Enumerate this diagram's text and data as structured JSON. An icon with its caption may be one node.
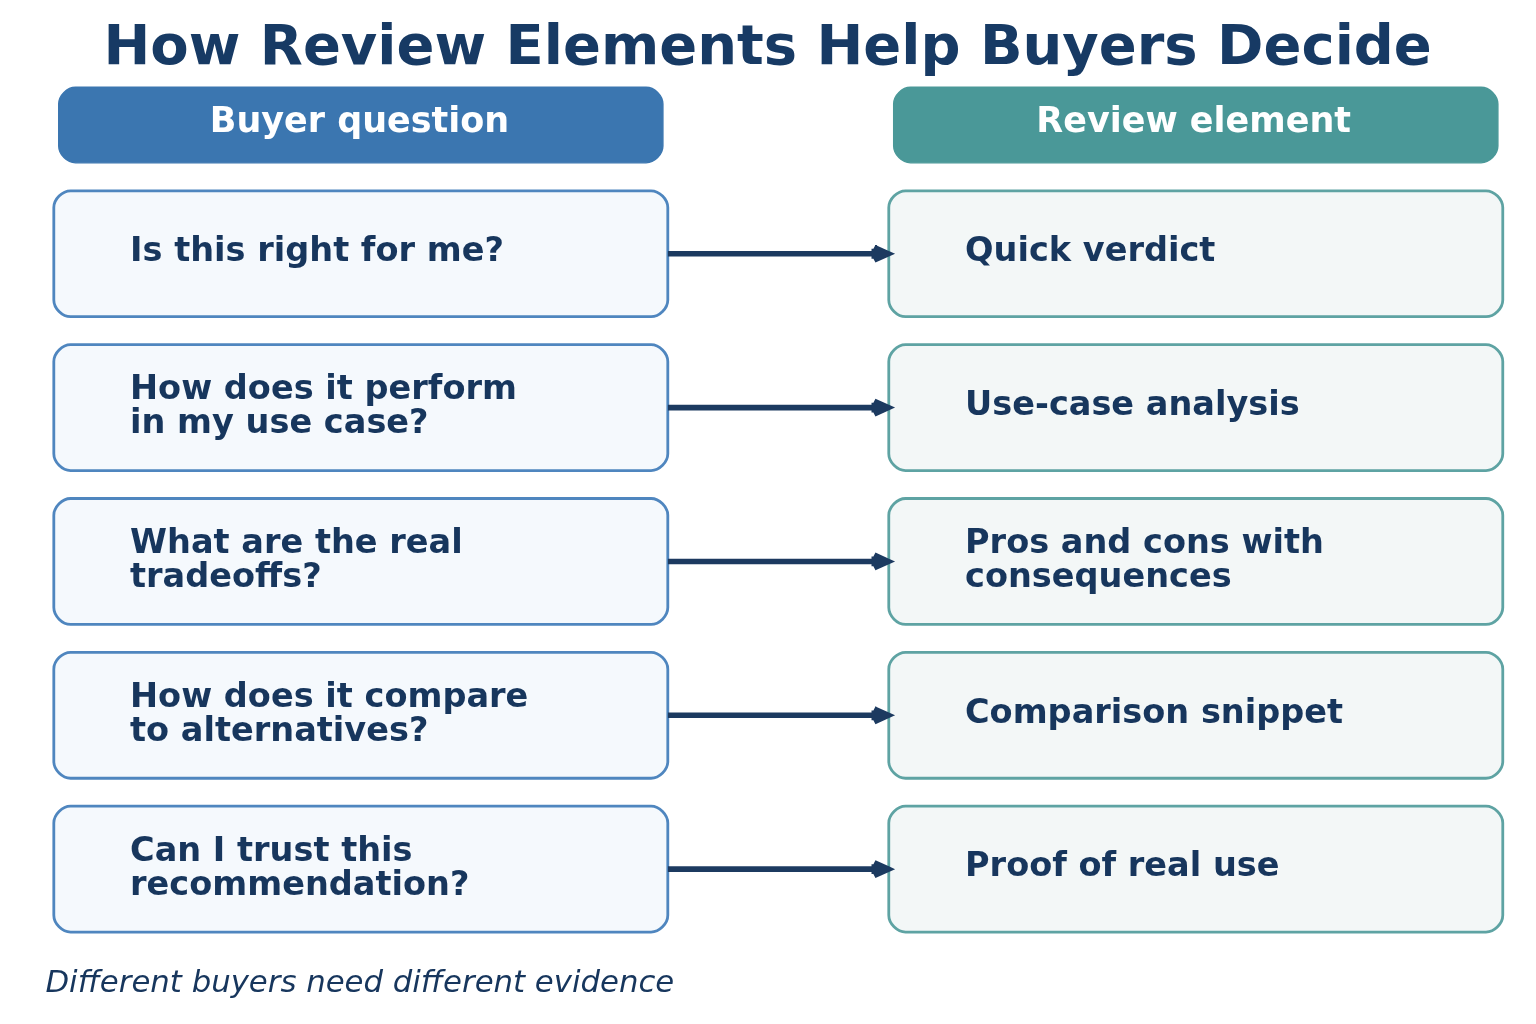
{
  "diagram": {
    "title": "How Review Elements Help Buyers Decide",
    "caption": "Different buyers need different evidence",
    "nodes": [
      {
        "text": [
          "Buyer question"
        ]
      },
      {
        "text": [
          "Review element"
        ]
      },
      {
        "text": [
          "Is this right for me?"
        ]
      },
      {
        "text": [
          "Quick verdict"
        ]
      },
      {
        "text": [
          "How does it perform in my use case?"
        ]
      },
      {
        "text": [
          "Use-case analysis"
        ]
      },
      {
        "text": [
          "What are the real tradeoffs?"
        ]
      },
      {
        "text": [
          "Pros and cons with consequences"
        ]
      },
      {
        "text": [
          "How does it compare to alternatives?"
        ]
      },
      {
        "text": [
          "Comparison snippet"
        ]
      },
      {
        "text": [
          "Can I trust this recommendation?"
        ]
      },
      {
        "text": [
          "Proof of real use"
        ]
      }
    ],
    "edges": [
      {
        "from": 2,
        "to": 3,
        "arrow": "to"
      },
      {
        "from": 4,
        "to": 5,
        "arrow": "to"
      },
      {
        "from": 6,
        "to": 7,
        "arrow": "to"
      },
      {
        "from": 8,
        "to": 9,
        "arrow": "to"
      },
      {
        "from": 10,
        "to": 11,
        "arrow": "to"
      }
    ]
  }
}
